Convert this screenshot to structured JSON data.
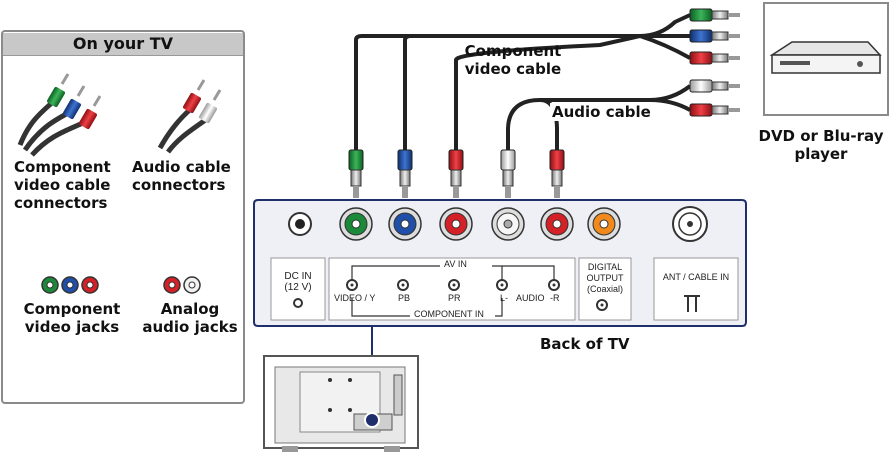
{
  "panel": {
    "title": "On your TV",
    "component_connectors": "Component\nvideo cable\nconnectors",
    "audio_connectors": "Audio cable\nconnectors",
    "component_jacks": "Component\nvideo jacks",
    "analog_jacks": "Analog\naudio jacks"
  },
  "cables": {
    "component": "Component\nvideo cable",
    "audio": "Audio cable"
  },
  "device": {
    "label": "DVD or Blu-ray\nplayer"
  },
  "back_panel": {
    "label": "Back of TV",
    "dc_in": "DC IN\n(12 V)",
    "av_in": "AV IN",
    "video_y": "VIDEO / Y",
    "pb": "PB",
    "pr": "PR",
    "audio_l": "L-",
    "audio_mid": "AUDIO",
    "audio_r": "-R",
    "component_in": "COMPONENT IN",
    "digital_output": "DIGITAL\nOUTPUT\n(Coaxial)",
    "ant_cable": "ANT / CABLE IN"
  },
  "colors": {
    "green": "#1a8a3a",
    "blue": "#1f4fa8",
    "red": "#d62027",
    "white": "#f2f2f2",
    "orange": "#f08a1c",
    "panel_border": "#1f2f6b",
    "panel_fill": "#eef0f6"
  }
}
